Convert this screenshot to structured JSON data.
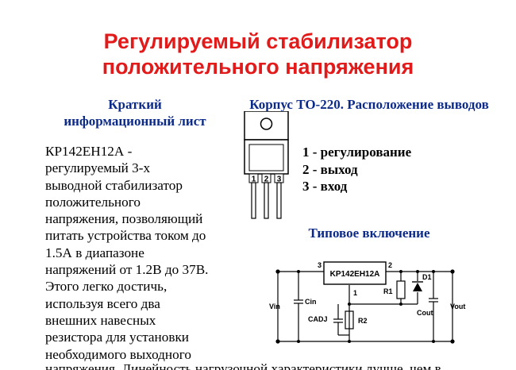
{
  "title": {
    "line1": "Регулируемый стабилизатор",
    "line2": "положительного напряжения"
  },
  "brief": {
    "heading_line1": "Краткий",
    "heading_line2": "информационный лист",
    "body_lines": [
      "КР142ЕН12А -",
      "регулируемый 3-х",
      "выводной стабилизатор",
      "положительного",
      "напряжения, позволяющий",
      "питать устройства током до",
      "1.5А в диапазоне",
      "напряжений от 1.2В до 37В.",
      "Этого легко достичь,",
      "используя всего два",
      "внешних навесных",
      "резистора для установки",
      "необходимого выходного"
    ],
    "tail_line": "напряжения. Линейность нагрузочной характеристики лучше, чем в"
  },
  "package": {
    "heading": "Корпус ТО-220. Расположение выводов",
    "pin_labels": [
      "1",
      "2",
      "3"
    ],
    "pins": [
      "1 - регулирование",
      "2 - выход",
      "3 - вход"
    ]
  },
  "typical": {
    "heading": "Типовое включение",
    "ic_label": "KP142EH12A",
    "pin_in": "3",
    "pin_out": "2",
    "pin_adj": "1",
    "vin": "Vin",
    "cin": "Cin",
    "r1": "R1",
    "d1": "D1",
    "cout": "Cout",
    "vout": "Vout",
    "cadj": "CADJ",
    "r2": "R2"
  },
  "colors": {
    "title": "#e21a1a",
    "heading": "#0c2a8a"
  }
}
